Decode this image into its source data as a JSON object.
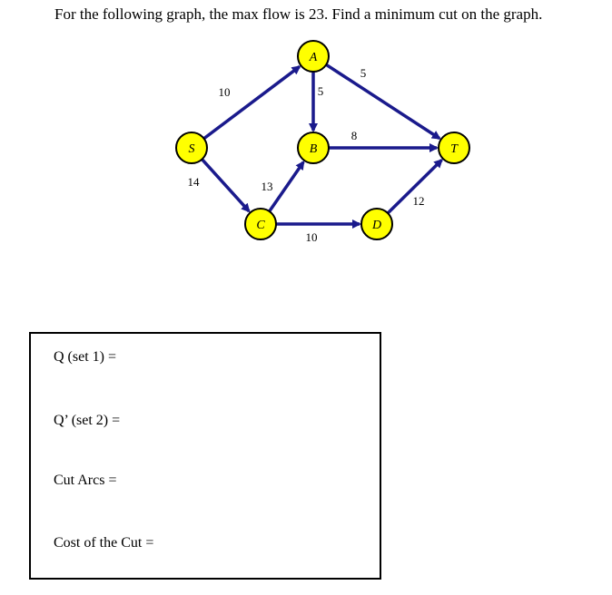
{
  "question": "For the following graph, the max flow is 23.  Find a minimum cut on the graph.",
  "graph": {
    "nodes": [
      {
        "id": "S",
        "label": "S"
      },
      {
        "id": "A",
        "label": "A"
      },
      {
        "id": "B",
        "label": "B"
      },
      {
        "id": "C",
        "label": "C"
      },
      {
        "id": "D",
        "label": "D"
      },
      {
        "id": "T",
        "label": "T"
      }
    ],
    "edges": [
      {
        "from": "S",
        "to": "A",
        "capacity": "10"
      },
      {
        "from": "S",
        "to": "C",
        "capacity": "14"
      },
      {
        "from": "A",
        "to": "B",
        "capacity": "5"
      },
      {
        "from": "A",
        "to": "T",
        "capacity": "5"
      },
      {
        "from": "B",
        "to": "T",
        "capacity": "8"
      },
      {
        "from": "C",
        "to": "B",
        "capacity": "13"
      },
      {
        "from": "C",
        "to": "D",
        "capacity": "10"
      },
      {
        "from": "D",
        "to": "T",
        "capacity": "12"
      }
    ],
    "colors": {
      "node_fill": "#ffff00",
      "node_stroke": "#000000",
      "edge": "#1a1a8c"
    }
  },
  "answer_box": {
    "q_set1": "Q (set 1) =",
    "q_set2": "Q’ (set 2) =",
    "cut_arcs": "Cut Arcs =",
    "cut_cost": "Cost of the Cut ="
  }
}
